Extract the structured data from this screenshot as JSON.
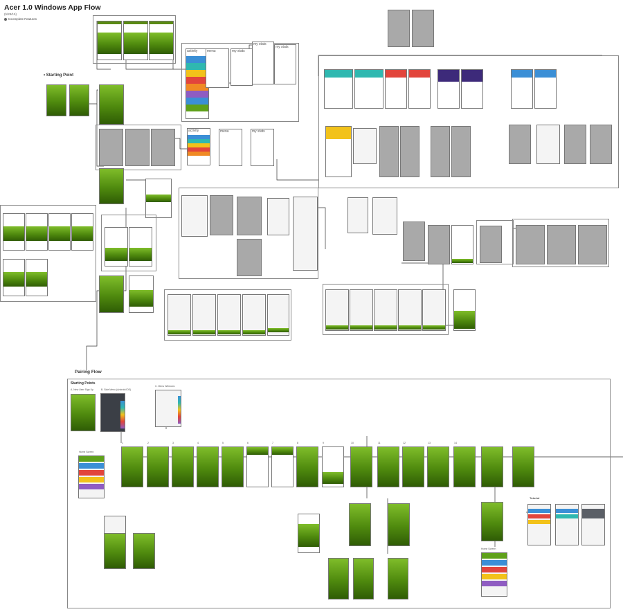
{
  "header": {
    "title": "Acer 1.0 Windows App Flow",
    "date": "(5/28/15)",
    "legend_label": "Incomplete Features"
  },
  "sections": {
    "starting_point": "• Starting Point",
    "pairing_flow": "Pairing Flow",
    "starting_points": "Starting Points",
    "new_user": "A. New User Sign Up",
    "side_menu": "B. Side Menu (Android/iOS)",
    "menu_windows": "C. Menu Windows",
    "home_screen": "Home Screen",
    "home_screen_2": "Home Screen",
    "tutorial": "Tutorial"
  },
  "menu_items": [
    "activity",
    "menu",
    "my stats"
  ],
  "step_labels": [
    "1",
    "2",
    "3",
    "4",
    "5",
    "6",
    "7",
    "8",
    "9",
    "10",
    "11",
    "12",
    "13",
    "14"
  ],
  "colors": {
    "accent_green": "#5fa11a",
    "dark_green": "#2f5c05",
    "menu_blue": "#3b8fd6",
    "menu_red": "#e2453c",
    "menu_yellow": "#f2c21a",
    "menu_purple": "#8f5cc2",
    "menu_teal": "#2fb8b0",
    "menu_orange": "#f08a24"
  }
}
